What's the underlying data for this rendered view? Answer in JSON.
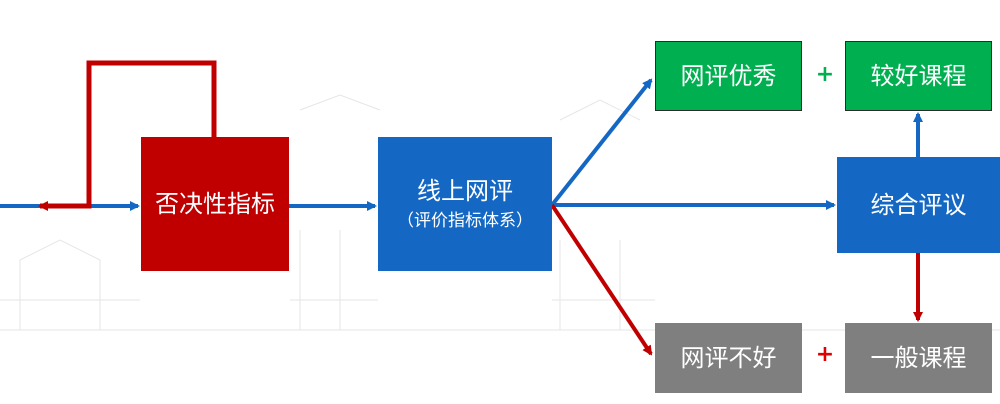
{
  "diagram": {
    "nodes": {
      "veto": {
        "label": "否决性指标"
      },
      "online": {
        "label": "线上网评",
        "sublabel": "（评价指标体系）"
      },
      "excellent": {
        "label": "网评优秀"
      },
      "good": {
        "label": "较好课程"
      },
      "review": {
        "label": "综合评议"
      },
      "poor": {
        "label": "网评不好"
      },
      "ordinary": {
        "label": "一般课程"
      }
    },
    "operators": {
      "top": "+",
      "bottom": "+"
    },
    "edges": [
      {
        "from": "input",
        "to": "veto",
        "color": "blue"
      },
      {
        "from": "veto",
        "to": "input",
        "color": "red",
        "kind": "feedback-loop"
      },
      {
        "from": "veto",
        "to": "online",
        "color": "blue"
      },
      {
        "from": "online",
        "to": "excellent",
        "color": "blue"
      },
      {
        "from": "online",
        "to": "review",
        "color": "blue"
      },
      {
        "from": "online",
        "to": "poor",
        "color": "red"
      },
      {
        "from": "review",
        "to": "good",
        "color": "blue"
      },
      {
        "from": "review",
        "to": "ordinary",
        "color": "red"
      }
    ],
    "colors": {
      "blue": "#1468c4",
      "red": "#c00000",
      "green": "#00b050",
      "gray": "#7f7f7f"
    }
  }
}
